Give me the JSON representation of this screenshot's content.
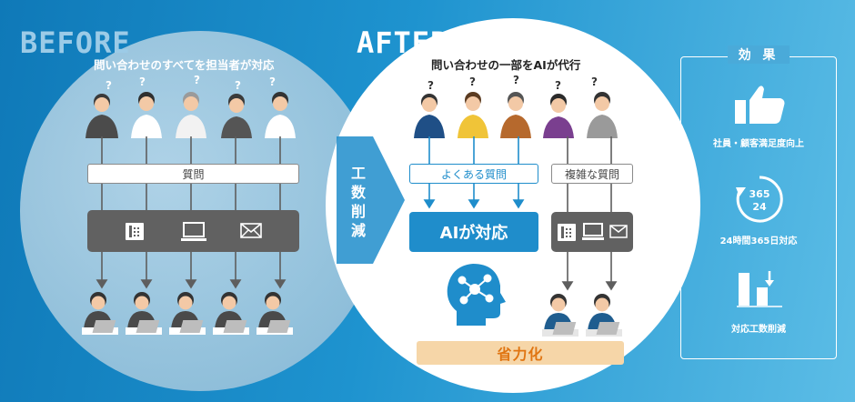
{
  "before": {
    "heading": "BEFORE",
    "title": "問い合わせのすべてを担当者が対応",
    "question_label": "質問"
  },
  "after": {
    "heading": "AFTER",
    "title": "問い合わせの一部をAIが代行",
    "common_q": "よくある質問",
    "complex_q": "複雑な質問",
    "ai_label": "AIが対応",
    "saving_label": "省力化"
  },
  "middle": {
    "chars": [
      "工",
      "数",
      "削",
      "減"
    ]
  },
  "effects": {
    "title": "効 果",
    "items": [
      {
        "label": "社員・顧客満足度向上",
        "icon": "thumbs-up-icon"
      },
      {
        "label": "24時間365日対応",
        "icon": "clock-365-24-icon"
      },
      {
        "label": "対応工数削減",
        "icon": "reduction-chart-icon"
      }
    ]
  },
  "colors": {
    "blue": "#1f8dcb",
    "dark_bar": "#616161",
    "orange": "#e07512",
    "saving_bg": "#f6d6a8"
  }
}
